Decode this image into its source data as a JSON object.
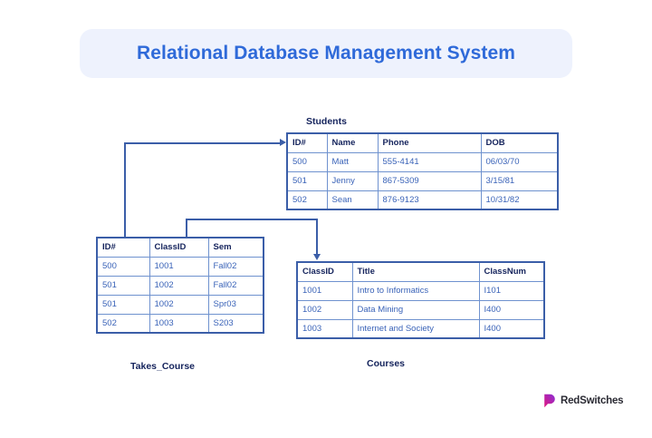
{
  "header": {
    "title": "Relational Database Management System",
    "band_color": "#eef2fd",
    "title_color": "#2f6ad9"
  },
  "theme": {
    "table_border": "#3b5ea8",
    "cell_border": "#6f92cf",
    "header_text": "#14235c",
    "cell_text": "#3a63b8",
    "connector": "#3b5ea8"
  },
  "tables": {
    "students": {
      "caption": "Students",
      "columns": [
        "ID#",
        "Name",
        "Phone",
        "DOB"
      ],
      "rows": [
        [
          "500",
          "Matt",
          "555-4141",
          "06/03/70"
        ],
        [
          "501",
          "Jenny",
          "867-5309",
          "3/15/81"
        ],
        [
          "502",
          "Sean",
          "876-9123",
          "10/31/82"
        ]
      ]
    },
    "takes_course": {
      "caption": "Takes_Course",
      "columns": [
        "ID#",
        "ClassID",
        "Sem"
      ],
      "rows": [
        [
          "500",
          "1001",
          "Fall02"
        ],
        [
          "501",
          "1002",
          "Fall02"
        ],
        [
          "501",
          "1002",
          "Spr03"
        ],
        [
          "502",
          "1003",
          "S203"
        ]
      ]
    },
    "courses": {
      "caption": "Courses",
      "columns": [
        "ClassID",
        "Title",
        "ClassNum"
      ],
      "rows": [
        [
          "1001",
          "Intro to Informatics",
          "I101"
        ],
        [
          "1002",
          "Data Mining",
          "I400"
        ],
        [
          "1003",
          "Internet and Society",
          "I400"
        ]
      ]
    }
  },
  "relationships": [
    {
      "name": "takes-course-id-to-students-id",
      "from": "Takes_Course.ID#",
      "to": "Students.ID#"
    },
    {
      "name": "takes-course-classid-to-courses-classid",
      "from": "Takes_Course.ClassID",
      "to": "Courses.ClassID"
    }
  ],
  "logo": {
    "text": "RedSwitches",
    "mark_color_start": "#e0177e",
    "mark_color_end": "#8b2fd6"
  }
}
